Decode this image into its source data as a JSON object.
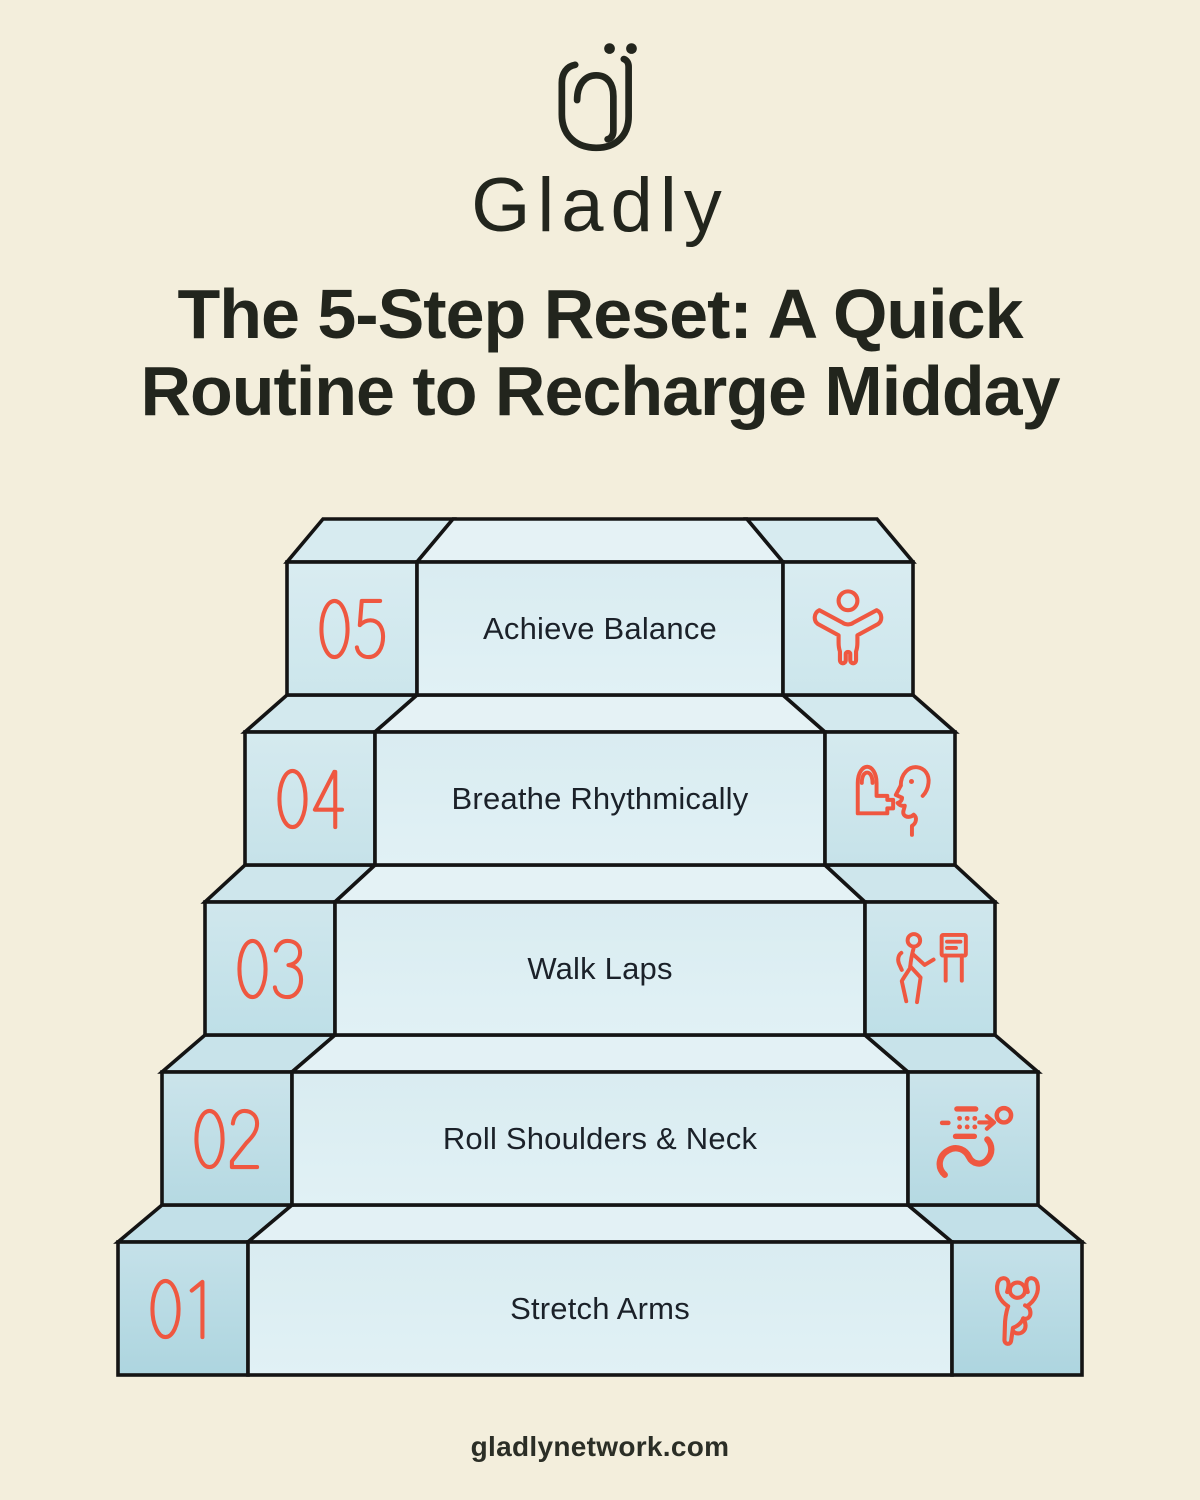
{
  "brand": {
    "name": "Gladly",
    "logo_icon": "gladly-monogram-icon"
  },
  "title": {
    "line1": "The 5-Step Reset: A Quick",
    "line2": "Routine to Recharge Midday"
  },
  "steps": [
    {
      "number": "05",
      "label": "Achieve Balance",
      "icon": "balance-person-icon"
    },
    {
      "number": "04",
      "label": "Breathe Rhythmically",
      "icon": "inhaler-face-icon"
    },
    {
      "number": "03",
      "label": "Walk Laps",
      "icon": "walking-signpost-icon"
    },
    {
      "number": "02",
      "label": "Roll Shoulders & Neck",
      "icon": "shoulder-roll-motion-icon"
    },
    {
      "number": "01",
      "label": "Stretch Arms",
      "icon": "stretch-person-icon"
    }
  ],
  "footer": {
    "website": "gladlynetwork.com"
  },
  "colors": {
    "background": "#f3eedc",
    "outline": "#141414",
    "accent_orange": "#ef5740",
    "block_face_light": "#ddeef3",
    "block_face_side": "#c6e2e9",
    "heading_text": "#22251d",
    "label_text": "#1b2129"
  }
}
